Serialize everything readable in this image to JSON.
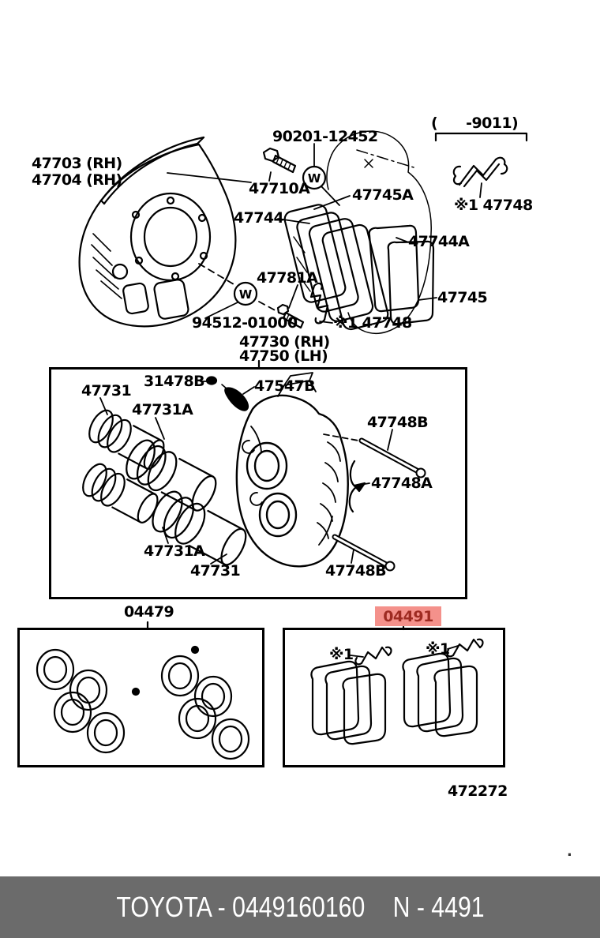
{
  "colors": {
    "highlight_bg": "#f4918b",
    "highlight_text": "#9e2b22",
    "footer_bg": "#6b6b6b",
    "footer_text": "#ffffff",
    "line": "#000000"
  },
  "top": {
    "dust_shield_line1": "47703 (RH)",
    "dust_shield_line2": "47704 (RH)",
    "bolt": "90201-12452",
    "union_bolt": "47710A",
    "washer_symbol": "W",
    "shim_inner": "47745A",
    "pads": "47744",
    "date_range": "(      -9011)",
    "clip": "※1 47748",
    "shim_outer": "47744A",
    "pad": "47745",
    "pin": "47781A",
    "washer": "94512-01000",
    "caliper_rh": "47730 (RH)",
    "caliper_lh": "47750 (LH)"
  },
  "overhaul": {
    "piston": "47731",
    "boot": "47731A",
    "cap": "31478B",
    "bleeder": "47547B",
    "slide_pin": "47748B",
    "clip": "47748A"
  },
  "kits": {
    "seal_kit": "04479",
    "pad_kit": "04491",
    "ref_marker": "※1",
    "figure_code": "472272"
  },
  "footer": {
    "catalog": "TOYOTA - 0449160160",
    "page": "N - 4491"
  },
  "misc": {
    "stray_mark": "."
  }
}
